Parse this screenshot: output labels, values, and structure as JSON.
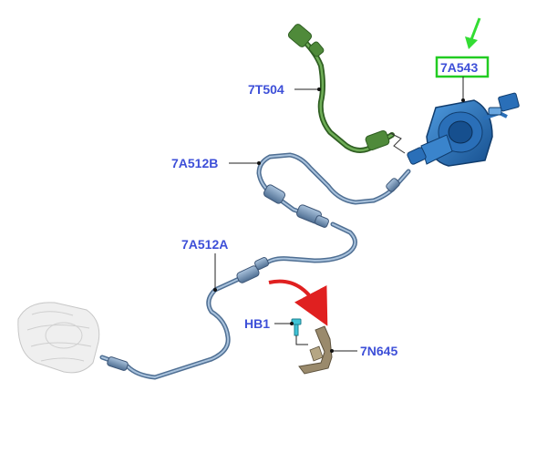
{
  "labels": {
    "clutch_slave_cylinder": "7A543",
    "hose": "7T504",
    "tube_upper": "7A512B",
    "tube_lower": "7A512A",
    "bolt": "HB1",
    "bracket": "7N645"
  },
  "colors": {
    "label_text": "#3d4fd8",
    "highlight_box": "#22cc22",
    "green_arrow": "#33dd33",
    "red_arrow": "#e02020",
    "tube_blue": "#6d8fb3",
    "hose_green": "#4f8a3a",
    "cylinder_blue": "#2a6fb8",
    "bracket_tan": "#9a8a6c",
    "bolt_cyan": "#3fc3d6"
  },
  "icons": [
    "green-arrow-icon",
    "red-curved-arrow-icon"
  ]
}
